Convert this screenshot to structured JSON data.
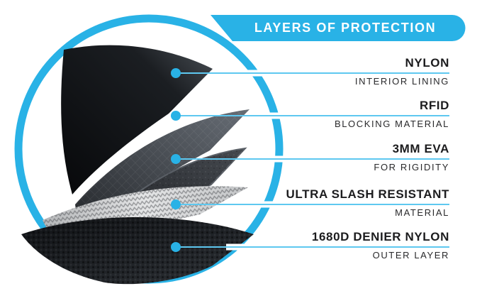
{
  "banner": {
    "title": "LAYERS OF PROTECTION"
  },
  "colors": {
    "accent_blue": "#29B2E6",
    "leader_line_blue": "#5EC8F0",
    "text_dark": "#1C1C1E",
    "slash_layer_gray": "#D8D9DB"
  },
  "labels": [
    {
      "title": "NYLON",
      "subtitle": "INTERIOR LINING"
    },
    {
      "title": "RFID",
      "subtitle": "BLOCKING MATERIAL"
    },
    {
      "title": "3MM EVA",
      "subtitle": "FOR RIGIDITY"
    },
    {
      "title": "ULTRA SLASH RESISTANT",
      "subtitle": "MATERIAL"
    },
    {
      "title": "1680D DENIER NYLON",
      "subtitle": "OUTER LAYER"
    }
  ],
  "illustration": {
    "description": "Circular cutaway photo of five stacked bag-material layers fanned like pages",
    "layer_icons": [
      "nylon-interior-lining-layer",
      "rfid-blocking-layer",
      "eva-foam-layer",
      "slash-resistant-weave-layer",
      "denier-nylon-outer-layer"
    ]
  }
}
